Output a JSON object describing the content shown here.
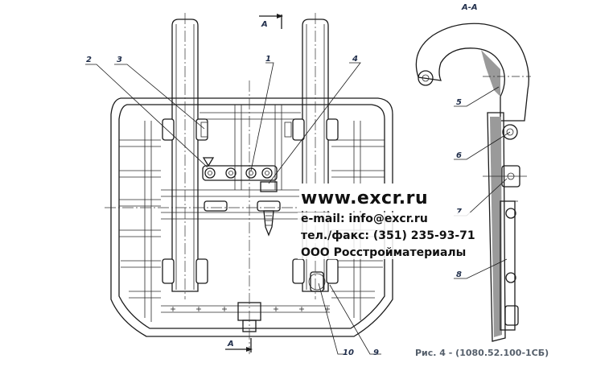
{
  "section_label": "А-А",
  "cut_marks": {
    "top": "А",
    "bottom": "А"
  },
  "callouts": {
    "n1": "1",
    "n2": "2",
    "n3": "3",
    "n4": "4",
    "n5": "5",
    "n6": "6",
    "n7": "7",
    "n8": "8",
    "n9": "9",
    "n10": "10"
  },
  "watermark": {
    "site": "www.excr.ru",
    "email": "e-mail: info@excr.ru",
    "phone": "тел./факс: (351) 235-93-71",
    "company": "ООО Росстройматериалы"
  },
  "caption": "Рис. 4 - (1080.52.100-1СБ)"
}
